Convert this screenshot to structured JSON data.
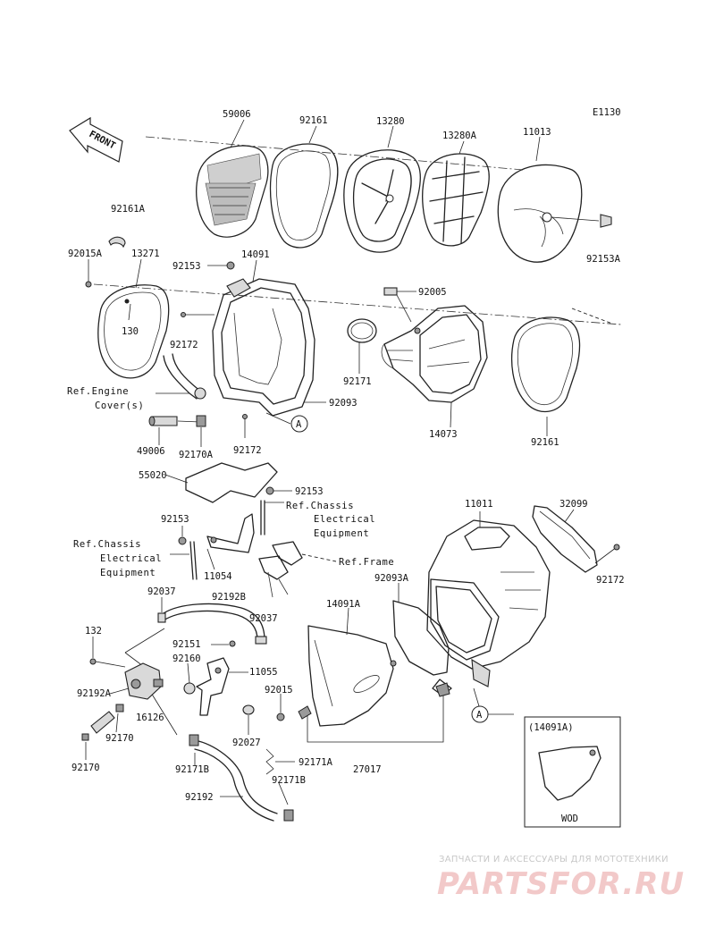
{
  "diagram_code": "E1130",
  "front_label": "FRONT",
  "callout_letter": "A",
  "parts": {
    "p59006": "59006",
    "p92161_top": "92161",
    "p13280": "13280",
    "p13280A": "13280A",
    "p11013": "11013",
    "p92161A": "92161A",
    "p92153A": "92153A",
    "p92015A": "92015A",
    "p13271": "13271",
    "p92153_a": "92153",
    "p14091": "14091",
    "p92005": "92005",
    "p130": "130",
    "p92172_a": "92172",
    "p92171": "92171",
    "p92093": "92093",
    "p14073": "14073",
    "p92161_b": "92161",
    "p49006": "49006",
    "p92170A": "92170A",
    "p92172_b": "92172",
    "p55020": "55020",
    "p92153_b": "92153",
    "p11011": "11011",
    "p32099": "32099",
    "p92153_c": "92153",
    "p11054": "11054",
    "p92093A": "92093A",
    "p92172_c": "92172",
    "p92037_a": "92037",
    "p92192B": "92192B",
    "p92037_b": "92037",
    "p14091A": "14091A",
    "p132": "132",
    "p92151": "92151",
    "p92160": "92160",
    "p11055": "11055",
    "p92192A": "92192A",
    "p92015": "92015",
    "p16126": "16126",
    "p92170_a": "92170",
    "p92027": "92027",
    "p92170_b": "92170",
    "p92171B_a": "92171B",
    "p92171A": "92171A",
    "p27017": "27017",
    "p92192": "92192",
    "p92171B_b": "92171B"
  },
  "refs": {
    "engine_cover_1": "Ref.Engine",
    "engine_cover_2": "Cover(s)",
    "chassis_right_1": "Ref.Chassis",
    "chassis_right_2": "Electrical",
    "chassis_right_3": "Equipment",
    "chassis_left_1": "Ref.Chassis",
    "chassis_left_2": "Electrical",
    "chassis_left_3": "Equipment",
    "frame": "Ref.Frame"
  },
  "inset": {
    "title": "(14091A)",
    "caption": "WOD"
  },
  "watermark": {
    "tagline": "ЗАПЧАСТИ И АКСЕССУАРЫ ДЛЯ МОТОТЕХНИКИ",
    "brand": "PARTSFOR.RU"
  }
}
